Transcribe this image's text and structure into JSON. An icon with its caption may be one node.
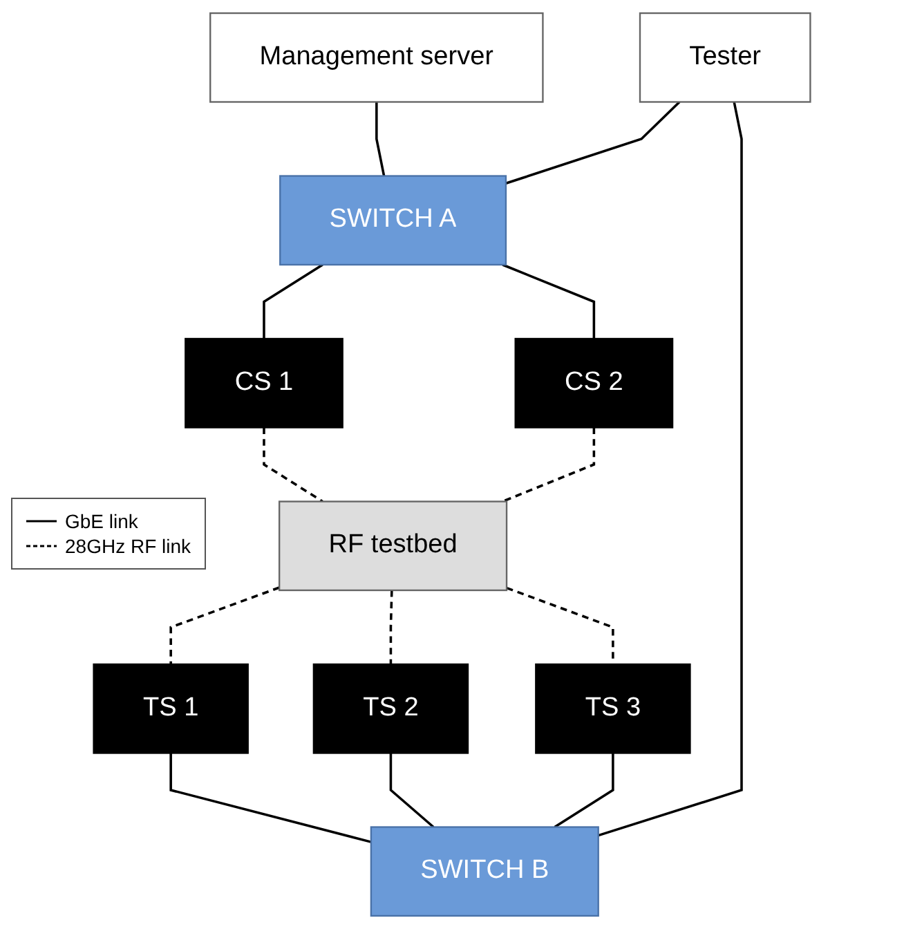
{
  "diagram": {
    "nodes": [
      {
        "text": [
          "Management server"
        ]
      },
      {
        "text": [
          "Tester"
        ]
      },
      {
        "text": [
          "SWITCH A"
        ]
      },
      {
        "text": [
          "CS 1"
        ]
      },
      {
        "text": [
          "CS 2"
        ]
      },
      {
        "text": [
          "RF testbed"
        ]
      },
      {
        "text": [
          "TS 1"
        ]
      },
      {
        "text": [
          "TS 2"
        ]
      },
      {
        "text": [
          "TS 3"
        ]
      },
      {
        "text": [
          "SWITCH B"
        ]
      }
    ],
    "edges": [
      {
        "from": 0,
        "to": 2,
        "arrow": "none"
      },
      {
        "from": 1,
        "to": 2,
        "arrow": "none"
      },
      {
        "from": 2,
        "to": 3,
        "arrow": "none"
      },
      {
        "from": 2,
        "to": 4,
        "arrow": "none"
      },
      {
        "from": 3,
        "to": 5,
        "arrow": "none",
        "style": "dashed"
      },
      {
        "from": 4,
        "to": 5,
        "arrow": "none",
        "style": "dashed"
      },
      {
        "from": 5,
        "to": 6,
        "arrow": "none",
        "style": "dashed"
      },
      {
        "from": 5,
        "to": 7,
        "arrow": "none",
        "style": "dashed"
      },
      {
        "from": 5,
        "to": 8,
        "arrow": "none",
        "style": "dashed"
      },
      {
        "from": 6,
        "to": 9,
        "arrow": "none"
      },
      {
        "from": 7,
        "to": 9,
        "arrow": "none"
      },
      {
        "from": 8,
        "to": 9,
        "arrow": "none"
      },
      {
        "from": 1,
        "to": 9,
        "arrow": "none"
      }
    ],
    "legend": [
      {
        "text": "GbE link"
      },
      {
        "text": "28GHz RF link"
      }
    ]
  }
}
